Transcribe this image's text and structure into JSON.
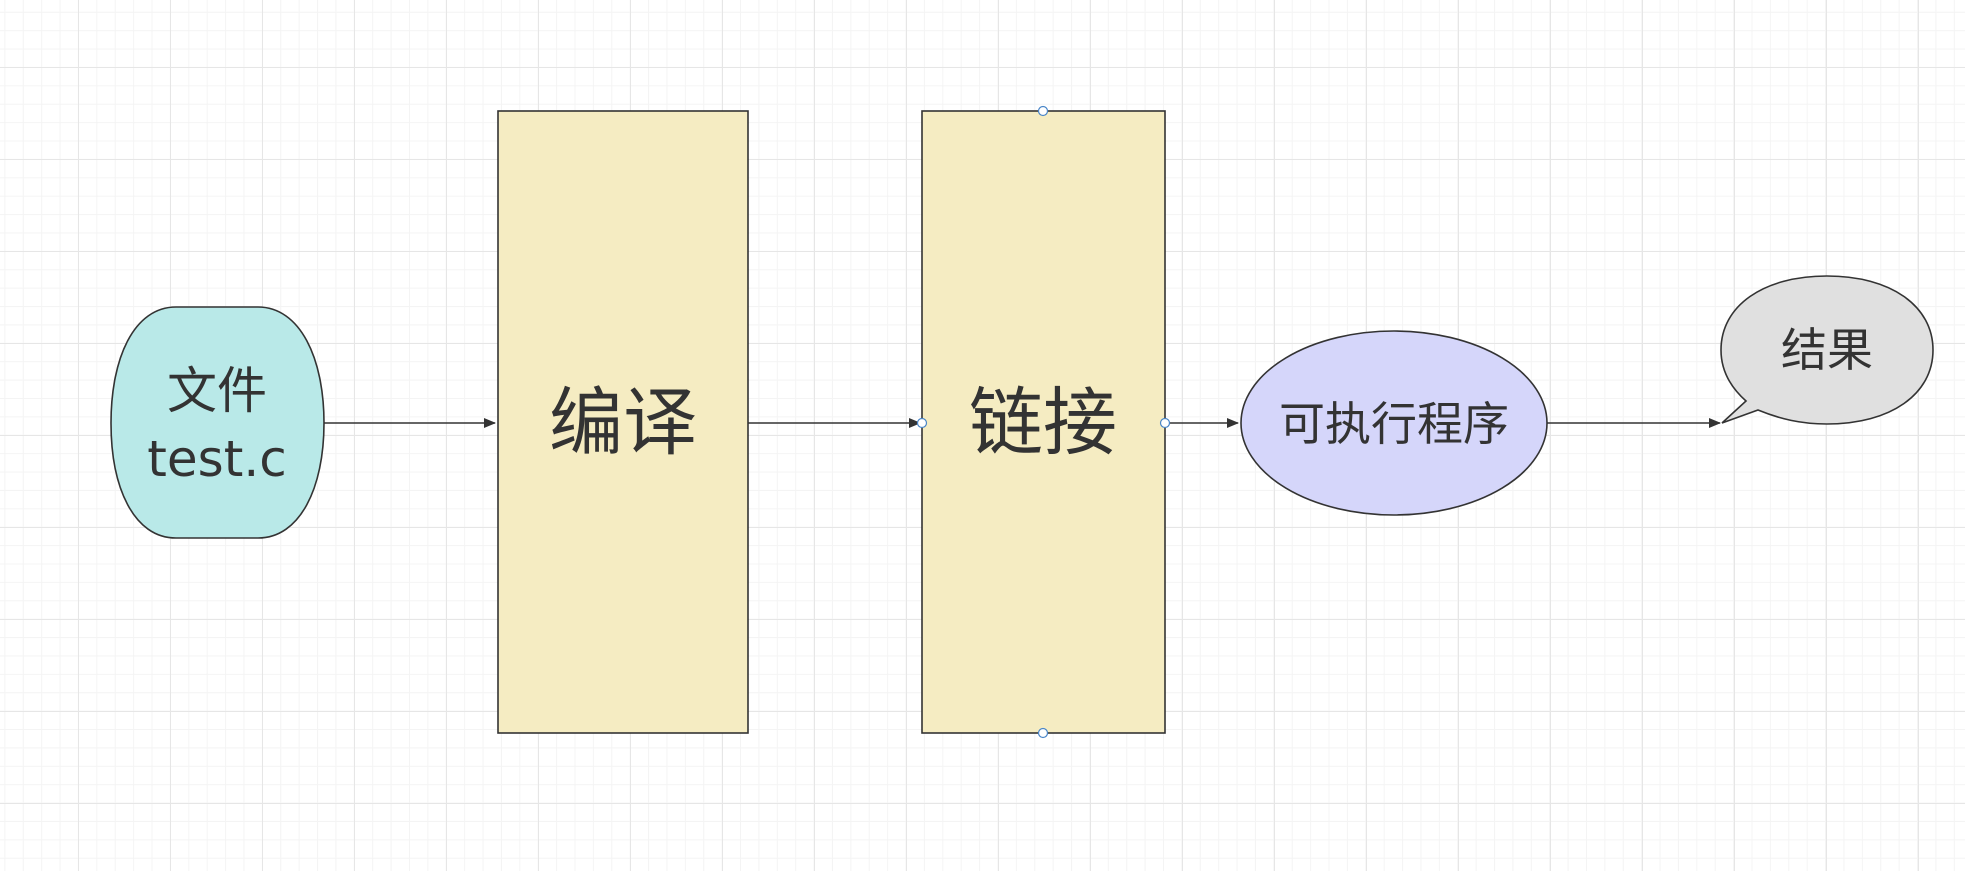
{
  "nodes": {
    "file": {
      "line1": "文件",
      "line2": "test.c",
      "fill": "#b9e9e8"
    },
    "compile": {
      "label": "编译",
      "fill": "#f5ecc2"
    },
    "link": {
      "label": "链接",
      "fill": "#f5ecc2"
    },
    "executable": {
      "label": "可执行程序",
      "fill": "#d5d6fa"
    },
    "result": {
      "label": "结果",
      "fill": "#e0e0e0"
    }
  },
  "edges": [
    {
      "from": "file",
      "to": "compile"
    },
    {
      "from": "compile",
      "to": "link"
    },
    {
      "from": "link",
      "to": "executable"
    },
    {
      "from": "executable",
      "to": "result"
    }
  ],
  "colors": {
    "stroke": "#333333",
    "selection_handle": "#4a86c8"
  },
  "selected_node": "link"
}
